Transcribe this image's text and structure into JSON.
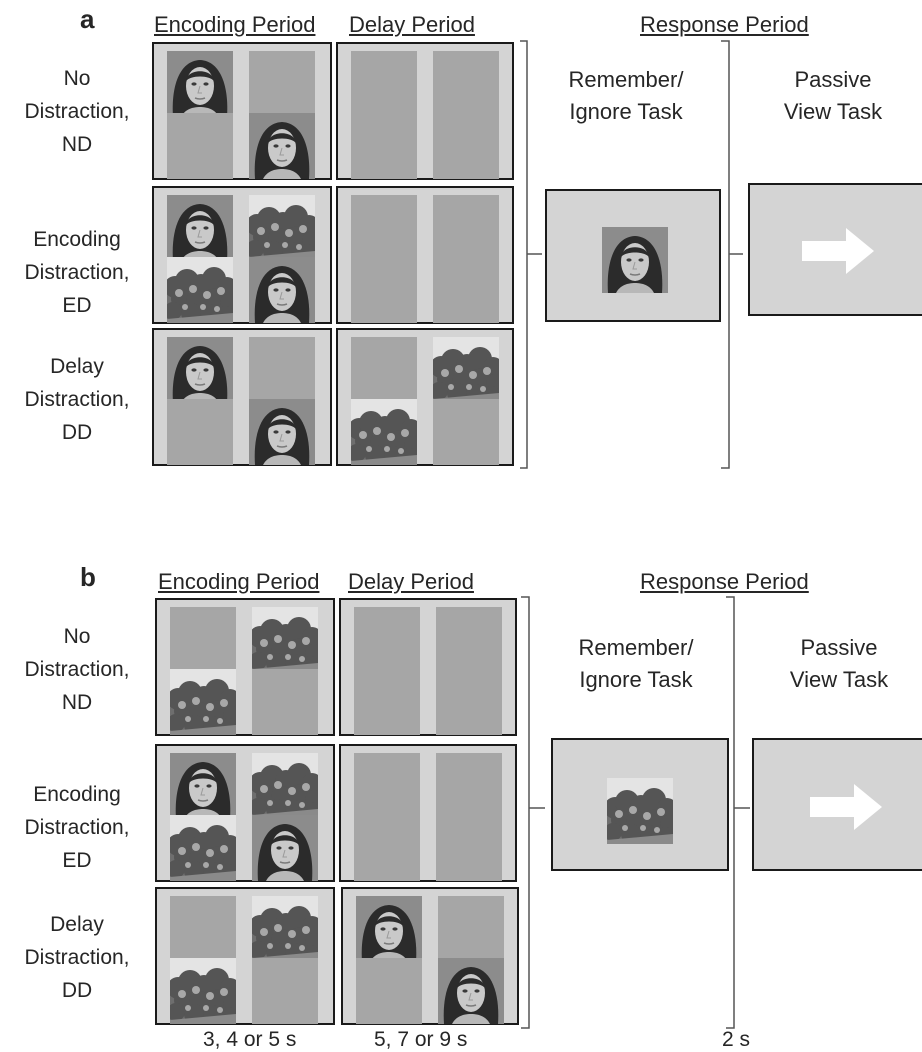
{
  "panels": [
    {
      "letter": "a",
      "encoding_header": "Encoding Period",
      "delay_header": "Delay Period",
      "response_header": "Response Period",
      "rows": [
        {
          "label_lines": [
            "No",
            "Distraction,",
            "ND"
          ],
          "encoding": [
            "face",
            "blank",
            "blank",
            "face"
          ],
          "delay": [
            "blank",
            "blank",
            "blank",
            "blank"
          ]
        },
        {
          "label_lines": [
            "Encoding",
            "Distraction,",
            "ED"
          ],
          "encoding": [
            "face",
            "scene",
            "scene",
            "face"
          ],
          "delay": [
            "blank",
            "blank",
            "blank",
            "blank"
          ]
        },
        {
          "label_lines": [
            "Delay",
            "Distraction,",
            "DD"
          ],
          "encoding": [
            "face",
            "blank",
            "blank",
            "face"
          ],
          "delay": [
            "blank",
            "scene",
            "scene",
            "blank"
          ]
        }
      ],
      "remember_task": [
        "Remember/",
        "Ignore Task"
      ],
      "passive_task": [
        "Passive",
        "View Task"
      ],
      "response_probe": "face"
    },
    {
      "letter": "b",
      "encoding_header": "Encoding Period",
      "delay_header": "Delay Period",
      "response_header": "Response Period",
      "rows": [
        {
          "label_lines": [
            "No",
            "Distraction,",
            "ND"
          ],
          "encoding": [
            "blank",
            "scene",
            "scene",
            "blank"
          ],
          "delay": [
            "blank",
            "blank",
            "blank",
            "blank"
          ]
        },
        {
          "label_lines": [
            "Encoding",
            "Distraction,",
            "ED"
          ],
          "encoding": [
            "face",
            "scene",
            "scene",
            "face"
          ],
          "delay": [
            "blank",
            "blank",
            "blank",
            "blank"
          ]
        },
        {
          "label_lines": [
            "Delay",
            "Distraction,",
            "DD"
          ],
          "encoding": [
            "blank",
            "scene",
            "scene",
            "blank"
          ],
          "delay": [
            "face",
            "blank",
            "blank",
            "face"
          ]
        }
      ],
      "remember_task": [
        "Remember/",
        "Ignore Task"
      ],
      "passive_task": [
        "Passive",
        "View Task"
      ],
      "response_probe": "scene"
    }
  ],
  "timing": {
    "encoding": "3, 4 or 5 s",
    "delay": "5, 7 or 9 s",
    "response": "2 s"
  },
  "colors": {
    "box_fill": "#d4d4d4",
    "blank_cell": "#a6a6a6",
    "border": "#1a1a1a",
    "text": "#262626",
    "arrow": "#ffffff"
  },
  "icons": {
    "face": "face-photo-icon",
    "scene": "scene-photo-icon",
    "arrow": "right-arrow-icon"
  }
}
